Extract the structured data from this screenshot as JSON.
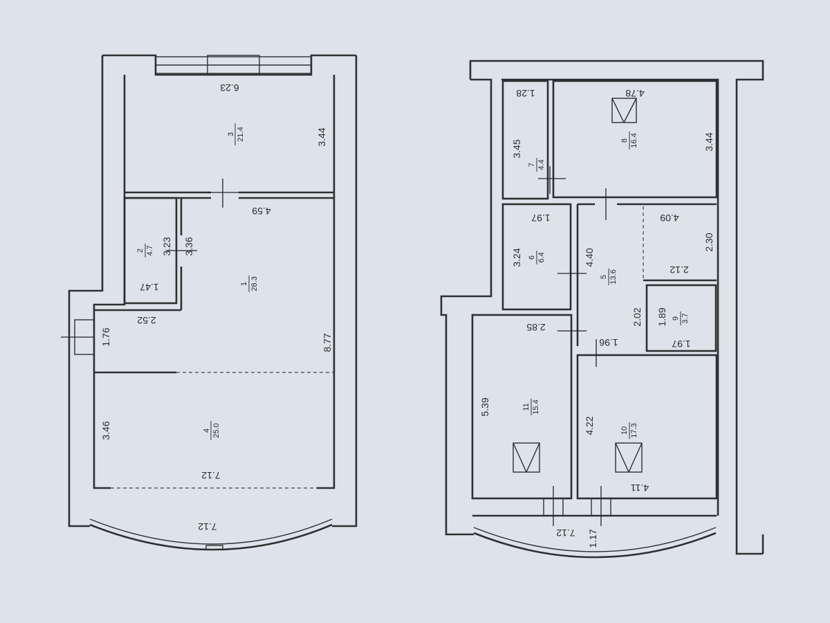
{
  "plans": [
    {
      "name": "left-floor",
      "rooms": [
        {
          "number": "1",
          "area": "28.3",
          "dims": [
            "4.59",
            "3.36"
          ]
        },
        {
          "number": "2",
          "area": "4.7",
          "dims": [
            "3.23",
            "1.47"
          ]
        },
        {
          "number": "3",
          "area": "21.4",
          "dims": [
            "6.23",
            "3.44"
          ]
        },
        {
          "number": "4",
          "area": "25.0",
          "dims": [
            "3.46",
            "7.12"
          ]
        }
      ],
      "other_dims": [
        "2.52",
        "1.76",
        "8.77",
        "7.12"
      ]
    },
    {
      "name": "right-floor",
      "rooms": [
        {
          "number": "5",
          "area": "13.6",
          "dims": [
            "4.09",
            "4.40",
            "2.30",
            "2.12",
            "2.02",
            "1.96"
          ]
        },
        {
          "number": "6",
          "area": "6.4",
          "dims": [
            "1.97",
            "3.24"
          ]
        },
        {
          "number": "7",
          "area": "4.4",
          "dims": [
            "1.28",
            "3.45"
          ]
        },
        {
          "number": "8",
          "area": "16.4",
          "dims": [
            "4.78",
            "3.44"
          ]
        },
        {
          "number": "9",
          "area": "3.7",
          "dims": [
            "1.89",
            "1.97"
          ]
        },
        {
          "number": "10",
          "area": "17.3",
          "dims": [
            "4.22",
            "4.11"
          ]
        },
        {
          "number": "11",
          "area": "15.4",
          "dims": [
            "2.85",
            "5.39"
          ]
        }
      ],
      "other_dims": [
        "7.12",
        "1.17"
      ]
    }
  ]
}
